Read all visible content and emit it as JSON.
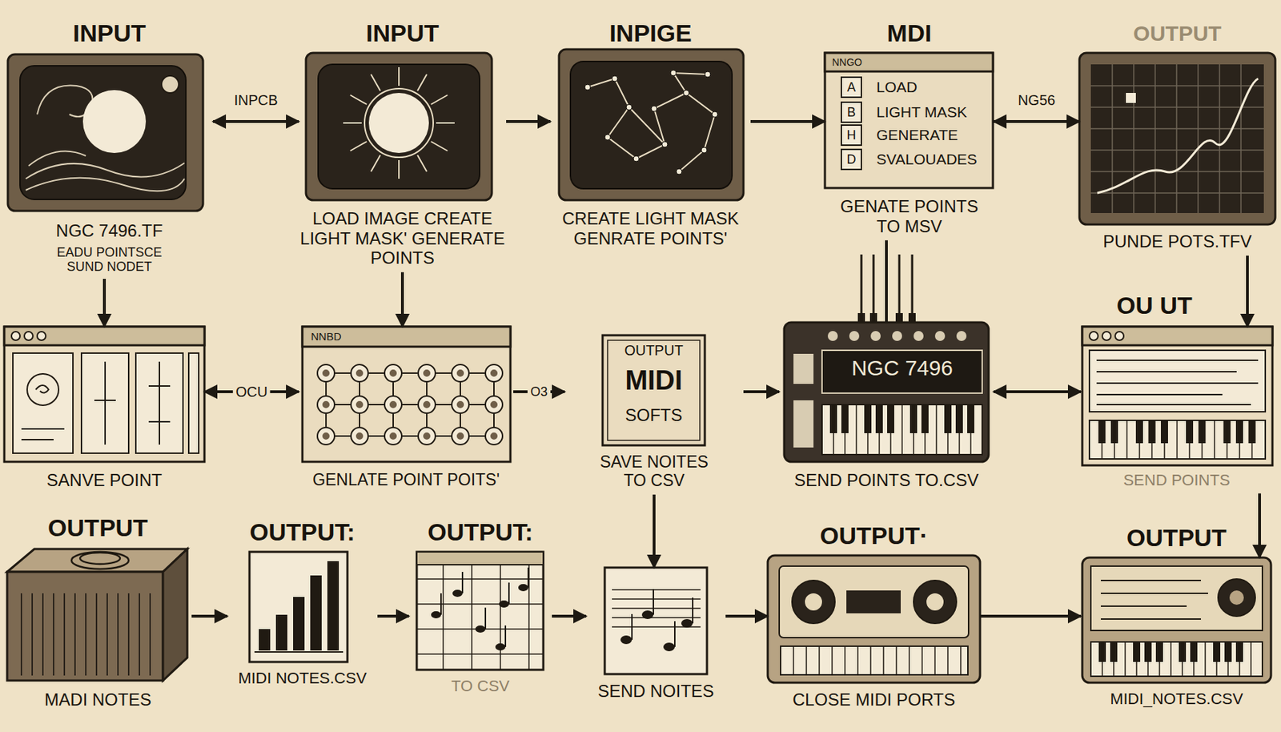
{
  "diagram": {
    "nodes": [
      {
        "text": [
          "INPUT",
          "NGC 7496.TF",
          "EADU POINTSCE SUND NODET"
        ]
      },
      {
        "text": [
          "INPUT",
          "LOAD IMAGE CREATE LIGHT MASK' GENERATE POINTS"
        ]
      },
      {
        "text": [
          "INPIGE",
          "CREATE LIGHT MASK GENRATE POINTS'"
        ]
      },
      {
        "text": [
          "MDI",
          "NNGO",
          "A",
          "LOAD",
          "B",
          "LIGHT MASK",
          "H",
          "GENERATE",
          "D",
          "SVALOUADES",
          "GENATE POINTS TO MSV"
        ]
      },
      {
        "text": [
          "OUTPUT",
          "PUNDE POTS.TFV"
        ]
      },
      {
        "text": [
          "SANVE POINT"
        ]
      },
      {
        "text": [
          "NNBD",
          "GENLATE POINT POITS'"
        ]
      },
      {
        "text": [
          "OUTPUT",
          "MIDI",
          "SOFTS",
          "SAVE NOITES TO CSV"
        ]
      },
      {
        "text": [
          "NGC 7496",
          "SEND POINTS TO.CSV"
        ]
      },
      {
        "text": [
          "OU UT",
          "SEND POINTS"
        ]
      },
      {
        "text": [
          "OUTPUT",
          "MADI NOTES"
        ]
      },
      {
        "text": [
          "OUTPUT:",
          "MIDI NOTES.CSV"
        ]
      },
      {
        "text": [
          "OUTPUT:",
          "TO CSV"
        ]
      },
      {
        "text": [
          "SEND NOITES"
        ]
      },
      {
        "text": [
          "OUTPUT·",
          "CLOSE MIDI PORTS"
        ]
      },
      {
        "text": [
          "OUTPUT",
          "MIDI_NOTES.CSV"
        ]
      }
    ],
    "edges": [
      {
        "from": 0,
        "to": 1,
        "arrow": "both",
        "label": "INPCB"
      },
      {
        "from": 1,
        "to": 2,
        "arrow": "to"
      },
      {
        "from": 2,
        "to": 3,
        "arrow": "to"
      },
      {
        "from": 3,
        "to": 4,
        "arrow": "both",
        "label": "NG56"
      },
      {
        "from": 0,
        "to": 5,
        "arrow": "to"
      },
      {
        "from": 1,
        "to": 6,
        "arrow": "to"
      },
      {
        "from": 3,
        "to": 8,
        "arrow": "none"
      },
      {
        "from": 4,
        "to": 9,
        "arrow": "to"
      },
      {
        "from": 5,
        "to": 6,
        "arrow": "both",
        "label": "OCU"
      },
      {
        "from": 6,
        "to": 7,
        "arrow": "to",
        "label": "O3"
      },
      {
        "from": 7,
        "to": 8,
        "arrow": "to"
      },
      {
        "from": 8,
        "to": 9,
        "arrow": "both"
      },
      {
        "from": 7,
        "to": 13,
        "arrow": "to"
      },
      {
        "from": 9,
        "to": 15,
        "arrow": "to"
      },
      {
        "from": 10,
        "to": 11,
        "arrow": "to"
      },
      {
        "from": 11,
        "to": 12,
        "arrow": "to"
      },
      {
        "from": 12,
        "to": 13,
        "arrow": "to"
      },
      {
        "from": 13,
        "to": 14,
        "arrow": "to"
      },
      {
        "from": 14,
        "to": 15,
        "arrow": "to"
      }
    ]
  }
}
